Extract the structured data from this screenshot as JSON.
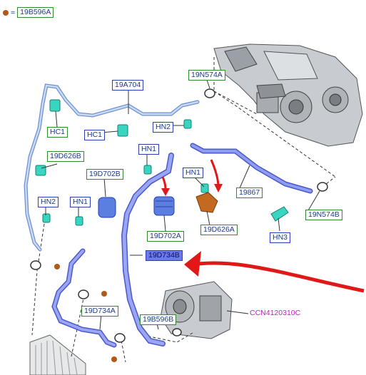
{
  "legend": {
    "equals": "=",
    "code": "19B596A"
  },
  "labels": {
    "l_19N574A_top": "19N574A",
    "l_19A704": "19A704",
    "l_HC1_a": "HC1",
    "l_HC1_b": "HC1",
    "l_HN2_top": "HN2",
    "l_HN1_top": "HN1",
    "l_19D626B": "19D626B",
    "l_19D702B": "19D702B",
    "l_HN1_mid": "HN1",
    "l_19867": "19867",
    "l_HN2_left": "HN2",
    "l_HN1_left": "HN1",
    "l_19D702A": "19D702A",
    "l_19D626A": "19D626A",
    "l_19N574B": "19N574B",
    "l_HN3": "HN3",
    "l_19D734B": "19D734B",
    "l_19D734A": "19D734A",
    "l_19B596B": "19B596B",
    "part_number": "CCN4120310C"
  },
  "colors": {
    "pipe": "#7f8ff0",
    "pipe_dark": "#4a58c8",
    "pipe_left": "#9ec0e8",
    "fitting": "#38d6c0",
    "arrow": "#e01818",
    "grommet": "#b05a1a"
  }
}
